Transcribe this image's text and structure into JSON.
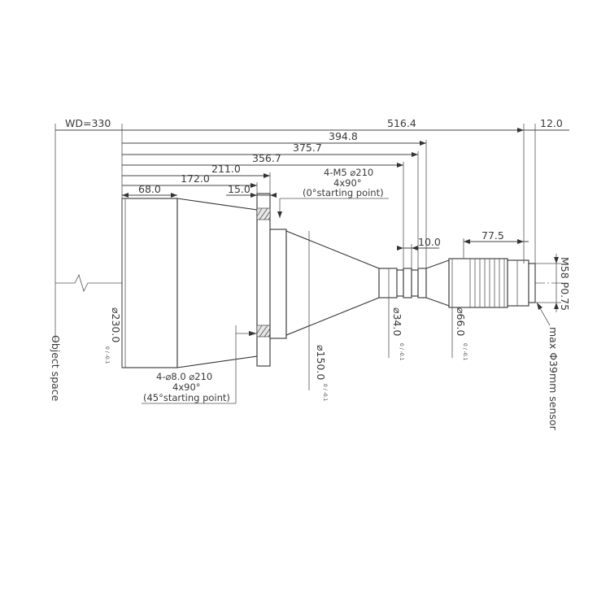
{
  "drawing": {
    "working_distance": "WD=330",
    "total_length": "516.4",
    "back_length": "12.0",
    "dim_394": "394.8",
    "dim_375": "375.7",
    "dim_356": "356.7",
    "dim_211": "211.0",
    "dim_172": "172.0",
    "dim_68": "68.0",
    "dim_15": "15.0",
    "dim_10": "10.0",
    "dim_77": "77.5",
    "note_top": [
      "4-M5 ⌀210",
      "4x90°",
      "(0°starting point)"
    ],
    "note_bottom": [
      "4-⌀8.0  ⌀210",
      "4x90°",
      "(45°starting point)"
    ],
    "dia_230": "⌀230.0",
    "dia_150": "⌀150.0",
    "dia_34": "⌀34.0",
    "dia_66": "⌀66.0",
    "tolerance": "0 / -0.1",
    "thread": "M58 P0.75",
    "sensor": "max Φ39mm sensor",
    "object_space": "Object space"
  }
}
